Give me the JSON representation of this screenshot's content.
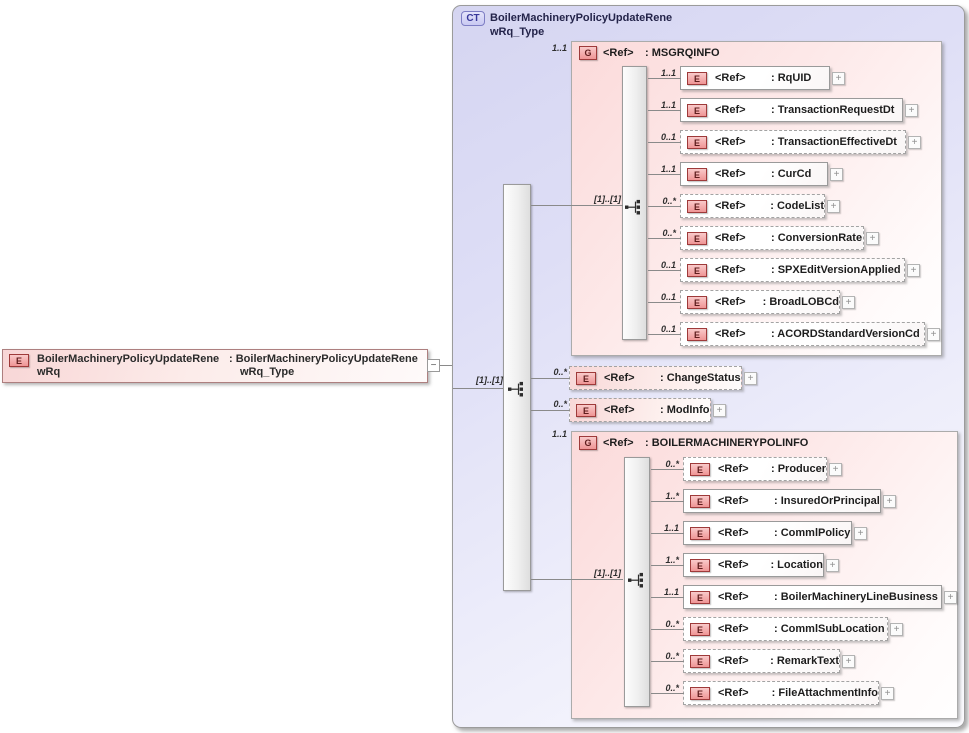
{
  "labels": {
    "ref": "<Ref>"
  },
  "icons": {
    "collapse": "−",
    "expand": "+"
  },
  "root": {
    "badge": "E",
    "name1": "BoilerMachineryPolicyUpdateRene",
    "name2": "wRq",
    "type1": ": BoilerMachineryPolicyUpdateRene",
    "type2": "wRq_Type"
  },
  "ct": {
    "badge": "CT",
    "title1": "BoilerMachineryPolicyUpdateRene",
    "title2": "wRq_Type",
    "model_card": "[1]..[1]",
    "children": [
      {
        "kind": "group",
        "badge": "G",
        "card": "1..1",
        "label": ": MSGRQINFO",
        "model_card": "[1]..[1]",
        "elements": [
          {
            "card": "1..1",
            "label": ": RqUID"
          },
          {
            "card": "1..1",
            "label": ": TransactionRequestDt"
          },
          {
            "card": "0..1",
            "label": ": TransactionEffectiveDt"
          },
          {
            "card": "1..1",
            "label": ": CurCd"
          },
          {
            "card": "0..*",
            "label": ": CodeList"
          },
          {
            "card": "0..*",
            "label": ": ConversionRate"
          },
          {
            "card": "0..1",
            "label": ": SPXEditVersionApplied"
          },
          {
            "card": "0..1",
            "label": ": BroadLOBCd"
          },
          {
            "card": "0..1",
            "label": ": ACORDStandardVersionCd"
          }
        ]
      },
      {
        "kind": "element",
        "badge": "E",
        "card": "0..*",
        "label": ": ChangeStatus"
      },
      {
        "kind": "element",
        "badge": "E",
        "card": "0..*",
        "label": ": ModInfo"
      },
      {
        "kind": "group",
        "badge": "G",
        "card": "1..1",
        "label": ": BOILERMACHINERYPOLINFO",
        "model_card": "[1]..[1]",
        "elements": [
          {
            "card": "0..*",
            "label": ": Producer"
          },
          {
            "card": "1..*",
            "label": ": InsuredOrPrincipal"
          },
          {
            "card": "1..1",
            "label": ": CommlPolicy"
          },
          {
            "card": "1..*",
            "label": ": Location"
          },
          {
            "card": "1..1",
            "label": ": BoilerMachineryLineBusiness"
          },
          {
            "card": "0..*",
            "label": ": CommlSubLocation"
          },
          {
            "card": "0..*",
            "label": ": RemarkText"
          },
          {
            "card": "0..*",
            "label": ": FileAttachmentInfo"
          }
        ]
      }
    ]
  }
}
